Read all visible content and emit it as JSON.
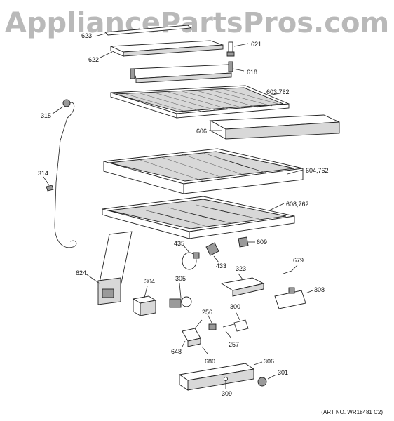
{
  "watermark": "AppliancePartsPros.com",
  "art_number": "(ART NO. WR18481 C2)",
  "callouts": {
    "c623": "623",
    "c622": "622",
    "c621": "621",
    "c618": "618",
    "c603": "603,762",
    "c315": "315",
    "c606": "606",
    "c314": "314",
    "c604": "604,762",
    "c608": "608,762",
    "c609": "609",
    "c435": "435",
    "c433": "433",
    "c624": "624",
    "c323": "323",
    "c679": "679",
    "c304": "304",
    "c305": "305",
    "c308": "308",
    "c256": "256",
    "c300": "300",
    "c257": "257",
    "c648": "648",
    "c680": "680",
    "c306": "306",
    "c301": "301",
    "c309": "309"
  }
}
